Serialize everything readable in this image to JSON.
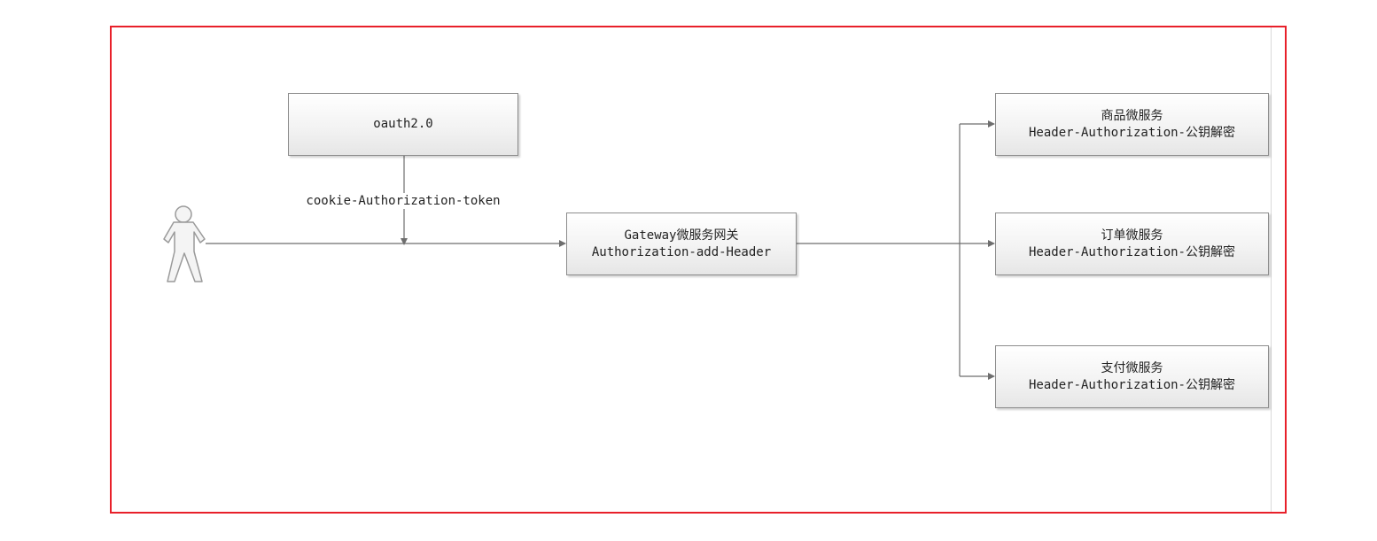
{
  "diagram": {
    "nodes": {
      "oauth": {
        "lines": [
          "oauth2.0"
        ]
      },
      "gateway": {
        "lines": [
          "Gateway微服务网关",
          "Authorization-add-Header"
        ]
      },
      "goods": {
        "lines": [
          "商品微服务",
          "Header-Authorization-公钥解密"
        ]
      },
      "order": {
        "lines": [
          "订单微服务",
          "Header-Authorization-公钥解密"
        ]
      },
      "pay": {
        "lines": [
          "支付微服务",
          "Header-Authorization-公钥解密"
        ]
      }
    },
    "edge_label": "cookie-Authorization-token",
    "colors": {
      "frame": "#e8202a",
      "line": "#6e6e6e",
      "box_border": "#8c8c8c",
      "actor": "#9a9a9a"
    },
    "icons": {
      "actor": "user-actor-icon"
    }
  }
}
